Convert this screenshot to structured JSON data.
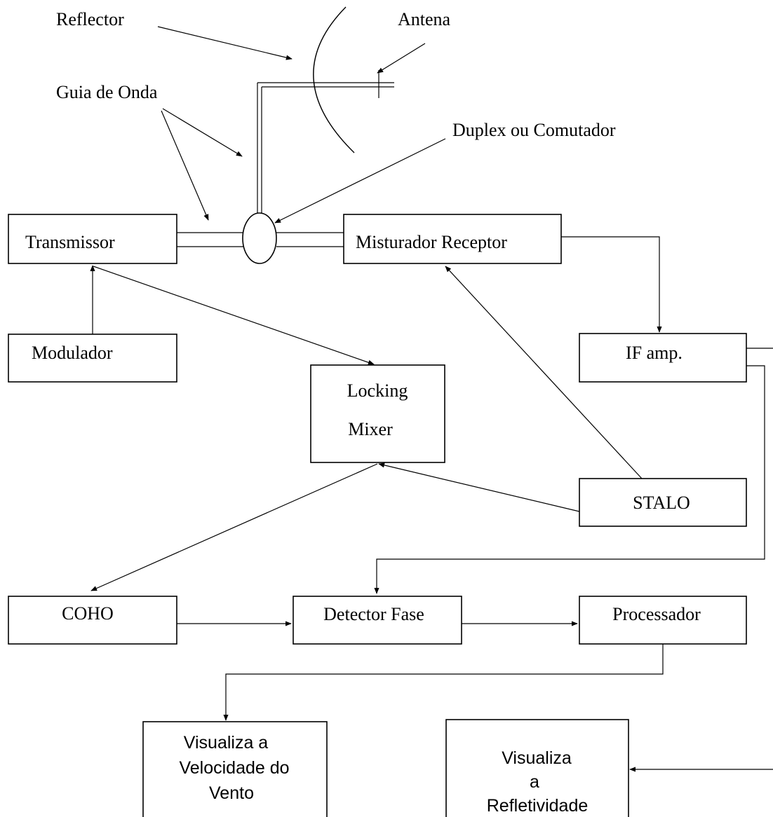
{
  "labels": {
    "reflector": "Reflector",
    "antenna": "Antena",
    "waveguide": "Guia de Onda",
    "duplexer": "Duplex ou Comutador"
  },
  "blocks": {
    "transmitter": "Transmissor",
    "mixer_receiver": "Misturador Receptor",
    "modulator": "Modulador",
    "if_amp": "IF amp.",
    "locking_mixer_line1": "Locking",
    "locking_mixer_line2": "Mixer",
    "stalo": "STALO",
    "coho": "COHO",
    "phase_detector": "Detector Fase",
    "processor": "Processador",
    "wind_velocity_line1": "Visualiza a",
    "wind_velocity_line2": "Velocidade do",
    "wind_velocity_line3": "Vento",
    "reflectivity_line1": "Visualiza",
    "reflectivity_line2": "a",
    "reflectivity_line3": "Refletividade"
  }
}
